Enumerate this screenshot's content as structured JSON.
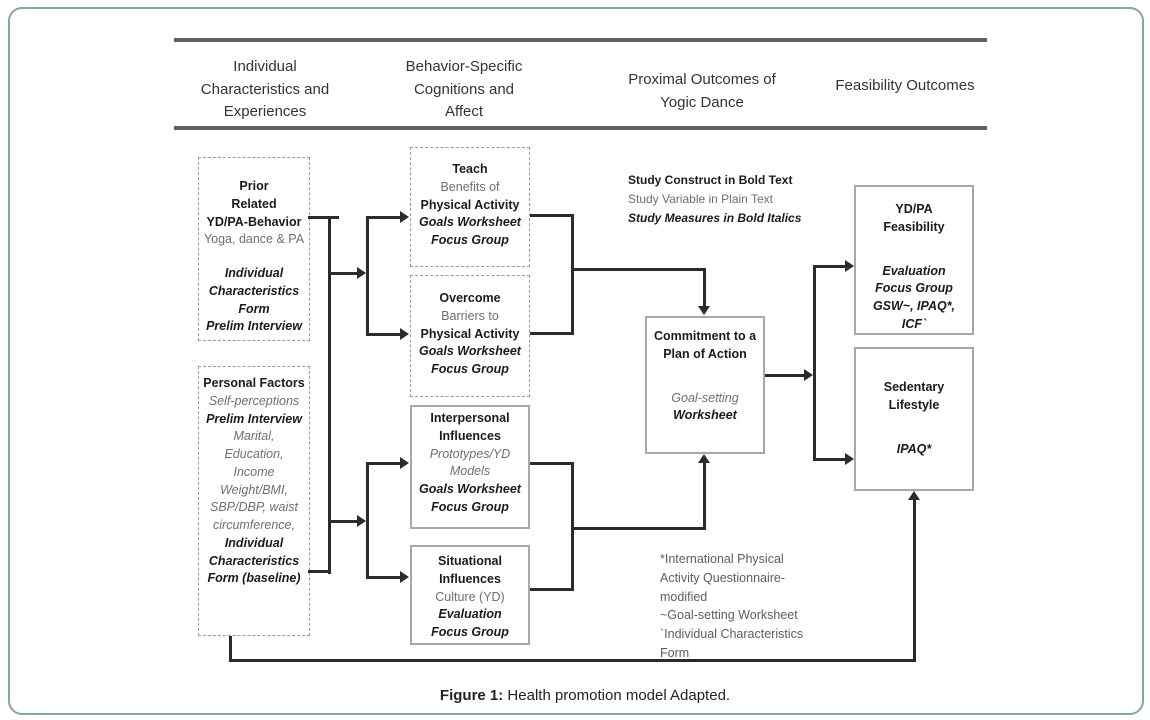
{
  "columns": [
    {
      "label": "Individual\nCharacteristics and\nExperiences"
    },
    {
      "label": "Behavior-Specific\nCognitions and\nAffect"
    },
    {
      "label": "Proximal Outcomes of\nYogic Dance"
    },
    {
      "label": "Feasibility Outcomes"
    }
  ],
  "legend": {
    "construct": "Study Construct in Bold Text",
    "variable": "Study Variable in Plain Text",
    "measures": "Study Measures in Bold Italics"
  },
  "boxes": {
    "prior": {
      "construct": "Prior\nRelated\nYD/PA-Behavior",
      "variable": "Yoga, dance & PA",
      "measures": "Individual\nCharacteristics\nForm\nPrelim Interview"
    },
    "personal": {
      "construct": "Personal Factors",
      "variable1": "Self-perceptions",
      "measure1": "Prelim Interview",
      "variable2": "Marital,\nEducation,\nIncome\nWeight/BMI,\nSBP/DBP, waist\ncircumference,",
      "measures": "Individual\nCharacteristics\nForm (baseline)"
    },
    "teach": {
      "construct_top": "Teach",
      "variable": "Benefits of",
      "construct_bottom": "Physical Activity",
      "measures": "Goals Worksheet\nFocus Group"
    },
    "overcome": {
      "construct_top": "Overcome",
      "variable": "Barriers to",
      "construct_bottom": "Physical Activity",
      "measures": "Goals Worksheet\nFocus Group"
    },
    "interpersonal": {
      "construct": "Interpersonal\nInfluences",
      "variable": "Prototypes/YD\nModels",
      "measures": "Goals Worksheet\nFocus Group"
    },
    "situational": {
      "construct": "Situational\nInfluences",
      "variable": "Culture (YD)",
      "measures": "Evaluation\nFocus Group"
    },
    "commitment": {
      "construct": "Commitment to a\nPlan of Action",
      "variable": "Goal-setting",
      "measures": "Worksheet"
    },
    "ydpa_feasibility": {
      "construct": "YD/PA\nFeasibility",
      "measures": "Evaluation\nFocus Group\nGSW~, IPAQ*,\nICF`"
    },
    "sedentary": {
      "construct": "Sedentary\nLifestyle",
      "measures": "IPAQ*"
    }
  },
  "footnote": "*International Physical\nActivity Questionnaire-\nmodified\n~Goal-setting Worksheet\n`Individual Characteristics\nForm",
  "caption": {
    "prefix": "Figure 1:",
    "text": " Health promotion model Adapted."
  }
}
